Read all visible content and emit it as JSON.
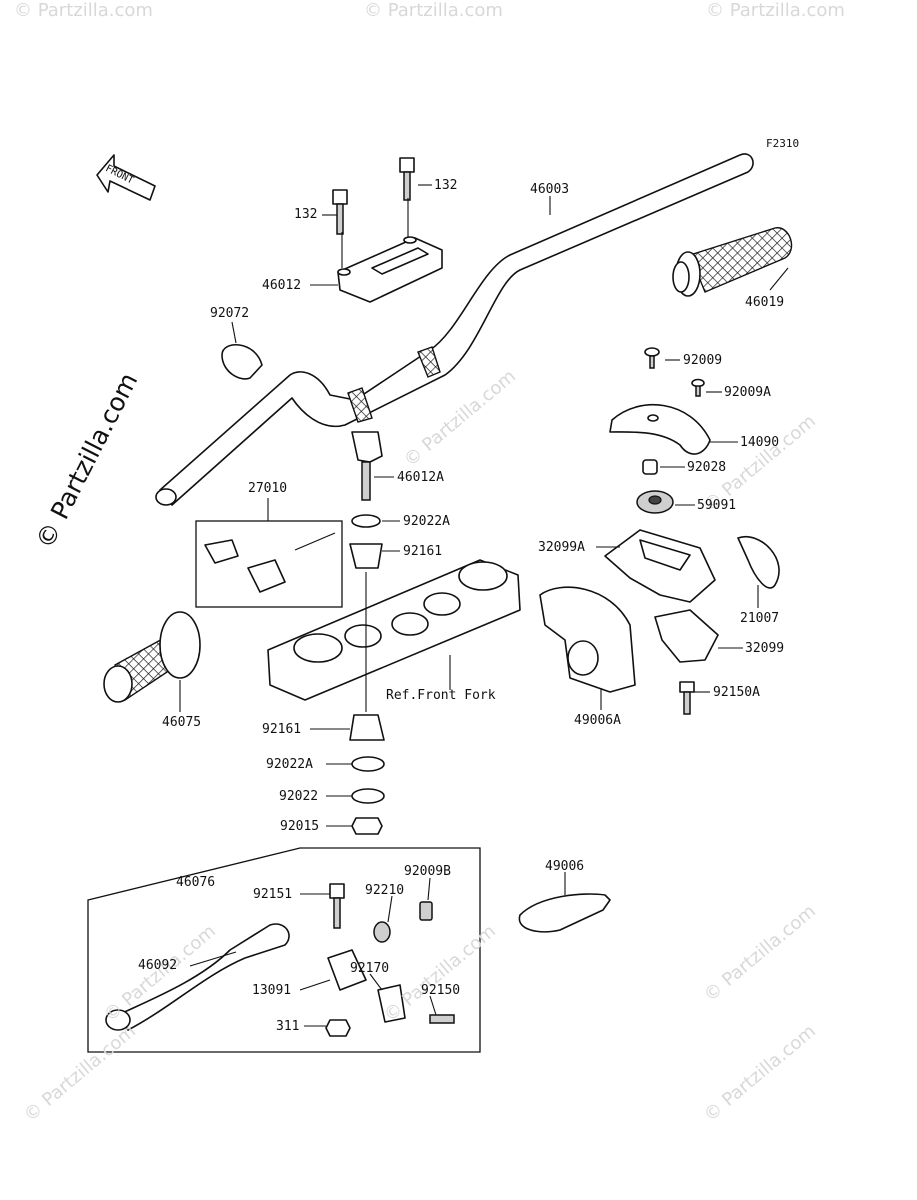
{
  "diagram_code": "F2310",
  "front_marker": "FRONT",
  "watermark_main": "© Partzilla.com",
  "watermark_small": "© Partzilla.com",
  "ref_note": "Ref.Front Fork",
  "part_labels": [
    {
      "id": "p132a",
      "text": "132"
    },
    {
      "id": "p132b",
      "text": "132"
    },
    {
      "id": "p46003",
      "text": "46003"
    },
    {
      "id": "p46012",
      "text": "46012"
    },
    {
      "id": "p46019",
      "text": "46019"
    },
    {
      "id": "p92072",
      "text": "92072"
    },
    {
      "id": "p92009",
      "text": "92009"
    },
    {
      "id": "p92009A",
      "text": "92009A"
    },
    {
      "id": "p14090",
      "text": "14090"
    },
    {
      "id": "p92028",
      "text": "92028"
    },
    {
      "id": "p46012A",
      "text": "46012A"
    },
    {
      "id": "p27010",
      "text": "27010"
    },
    {
      "id": "p92022A1",
      "text": "92022A"
    },
    {
      "id": "p92161a",
      "text": "92161"
    },
    {
      "id": "p59091",
      "text": "59091"
    },
    {
      "id": "p32099A",
      "text": "32099A"
    },
    {
      "id": "p21007",
      "text": "21007"
    },
    {
      "id": "p32099",
      "text": "32099"
    },
    {
      "id": "p92150A",
      "text": "92150A"
    },
    {
      "id": "p49006A",
      "text": "49006A"
    },
    {
      "id": "p46075",
      "text": "46075"
    },
    {
      "id": "p92161b",
      "text": "92161"
    },
    {
      "id": "p92022A2",
      "text": "92022A"
    },
    {
      "id": "p92022",
      "text": "92022"
    },
    {
      "id": "p92015",
      "text": "92015"
    },
    {
      "id": "p46076",
      "text": "46076"
    },
    {
      "id": "p92151",
      "text": "92151"
    },
    {
      "id": "p92210",
      "text": "92210"
    },
    {
      "id": "p92009B",
      "text": "92009B"
    },
    {
      "id": "p49006",
      "text": "49006"
    },
    {
      "id": "p46092",
      "text": "46092"
    },
    {
      "id": "p92170",
      "text": "92170"
    },
    {
      "id": "p13091",
      "text": "13091"
    },
    {
      "id": "p92150",
      "text": "92150"
    },
    {
      "id": "p311",
      "text": "311"
    }
  ]
}
